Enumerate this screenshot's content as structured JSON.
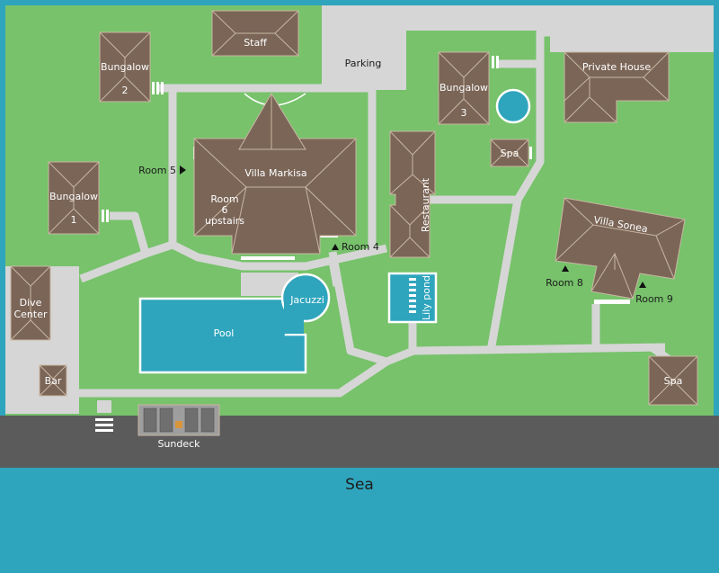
{
  "colors": {
    "grass": "#77c26b",
    "path": "#d6d6d6",
    "roof": "#7a6557",
    "roof_line": "#c9b6a2",
    "water": "#2fa5bd",
    "shore": "#5b5b5b",
    "text_light": "#ffffff",
    "text_dark": "#1d1d1d"
  },
  "labels": {
    "staff": "Staff",
    "parking": "Parking",
    "private_house": "Private House",
    "bungalow2_name": "Bungalow",
    "bungalow2_num": "2",
    "bungalow3_name": "Bungalow",
    "bungalow3_num": "3",
    "bungalow1_name": "Bungalow",
    "bungalow1_num": "1",
    "villa_markisa": "Villa Markisa",
    "room6_line1": "Room",
    "room6_line2": "6",
    "room6_line3": "upstairs",
    "room5": "Room 5",
    "room4": "Room 4",
    "spa_top": "Spa",
    "restaurant": "Restaurant",
    "lily_pond": "Lily pond",
    "villa_sonea": "Villa Sonea",
    "room8": "Room 8",
    "room9": "Room 9",
    "dive_center_line1": "Dive",
    "dive_center_line2": "Center",
    "jacuzzi": "Jacuzzi",
    "pool": "Pool",
    "bar": "Bar",
    "spa_bottom": "Spa",
    "sundeck": "Sundeck",
    "sea": "Sea"
  },
  "icons": {
    "marker_up": "triangle-up-icon",
    "marker_right": "triangle-right-icon"
  }
}
